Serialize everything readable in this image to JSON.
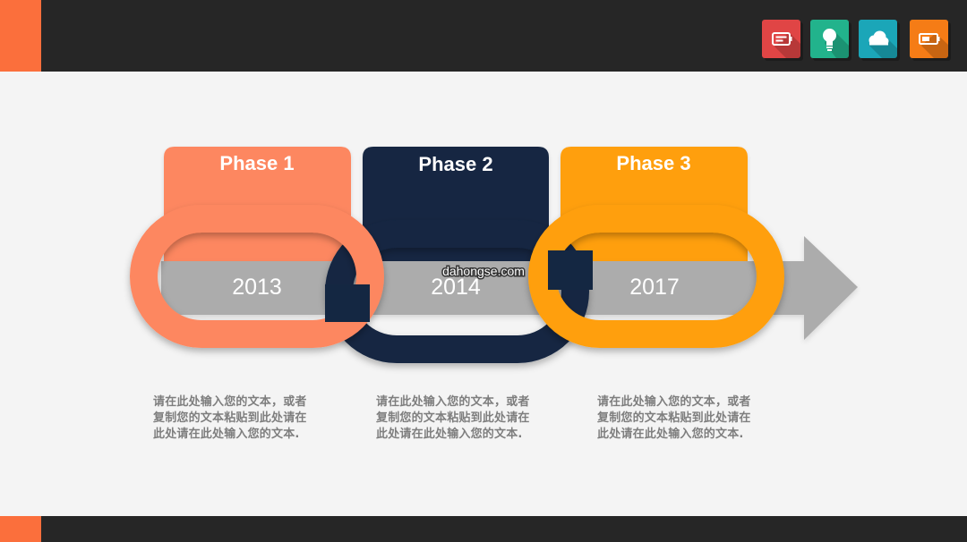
{
  "header": {
    "icons": [
      {
        "name": "battery-card-icon",
        "color": "#e04545"
      },
      {
        "name": "lightbulb-icon",
        "color": "#22b38c"
      },
      {
        "name": "cloud-icon",
        "color": "#1ba6b8"
      },
      {
        "name": "battery-icon",
        "color": "#f57c16"
      }
    ]
  },
  "phases": [
    {
      "label": "Phase 1",
      "year": "2013",
      "color": "#fd8760",
      "description": [
        "请在此处输入您的文本，或者",
        "复制您的文本粘贴到此处请在",
        "此处请在此处输入您的文本."
      ]
    },
    {
      "label": "Phase 2",
      "year": "2014",
      "color": "#142742",
      "description": [
        "请在此处输入您的文本，或者",
        "复制您的文本粘贴到此处请在",
        "此处请在此处输入您的文本."
      ]
    },
    {
      "label": "Phase 3",
      "year": "2017",
      "color": "#ff9f10",
      "description": [
        "请在此处输入您的文本，或者",
        "复制您的文本粘贴到此处请在",
        "此处请在此处输入您的文本."
      ]
    }
  ],
  "watermark": "dahongse.com",
  "colors": {
    "arrow": "#acacac",
    "dark_bar": "#262626",
    "accent": "#fb6f3c",
    "text_gray": "#7e7e7e"
  }
}
